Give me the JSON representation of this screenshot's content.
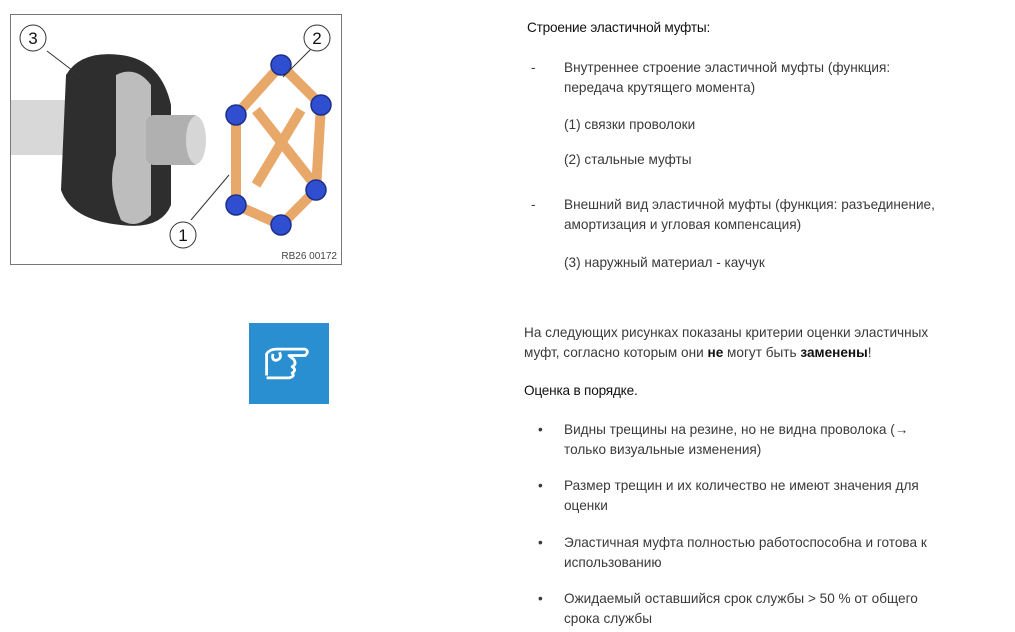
{
  "figure": {
    "callouts": [
      "1",
      "2",
      "3"
    ],
    "code": "RB26 00172",
    "colors": {
      "link": "#e8a86a",
      "bushing": "#2f4fd0",
      "rubber": "#2b2b2b",
      "metal": "#b8b8b8"
    }
  },
  "note_icon": {
    "name": "pointing-hand-icon",
    "color": "#2a8fd0"
  },
  "structure": {
    "title": "Строение эластичной муфты:",
    "items": [
      {
        "marker": "-",
        "lines": [
          "Внутреннее строение эластичной муфты (функция:",
          "передача крутящего момента)"
        ],
        "sub": [
          "(1) связки проволоки",
          "(2) стальные муфты"
        ]
      },
      {
        "marker": "-",
        "lines": [
          "Внешний вид эластичной муфты (функция: разъединение,",
          "амортизация и угловая компенсация)"
        ],
        "sub": [
          "(3) наружный материал - каучук"
        ]
      }
    ]
  },
  "criteria": {
    "intro_line1": "На следующих рисунках показаны критерии оценки эластичных",
    "intro_l2_a": "муфт, согласно которым они ",
    "intro_l2_b": "не",
    "intro_l2_c": " могут быть ",
    "intro_l2_d": "заменены",
    "intro_l2_e": "!",
    "heading": "Оценка в порядке.",
    "bullets": [
      [
        "Видны трещины на резине, но не видна проволока (→",
        "только визуальные изменения)"
      ],
      [
        "Размер трещин и их количество не имеют значения для",
        "оценки"
      ],
      [
        "Эластичная муфта полностью работоспособна и готова к",
        "использованию"
      ],
      [
        "Ожидаемый оставшийся срок службы > 50 % от общего",
        "срока службы"
      ]
    ],
    "bullet_marker": "•"
  }
}
